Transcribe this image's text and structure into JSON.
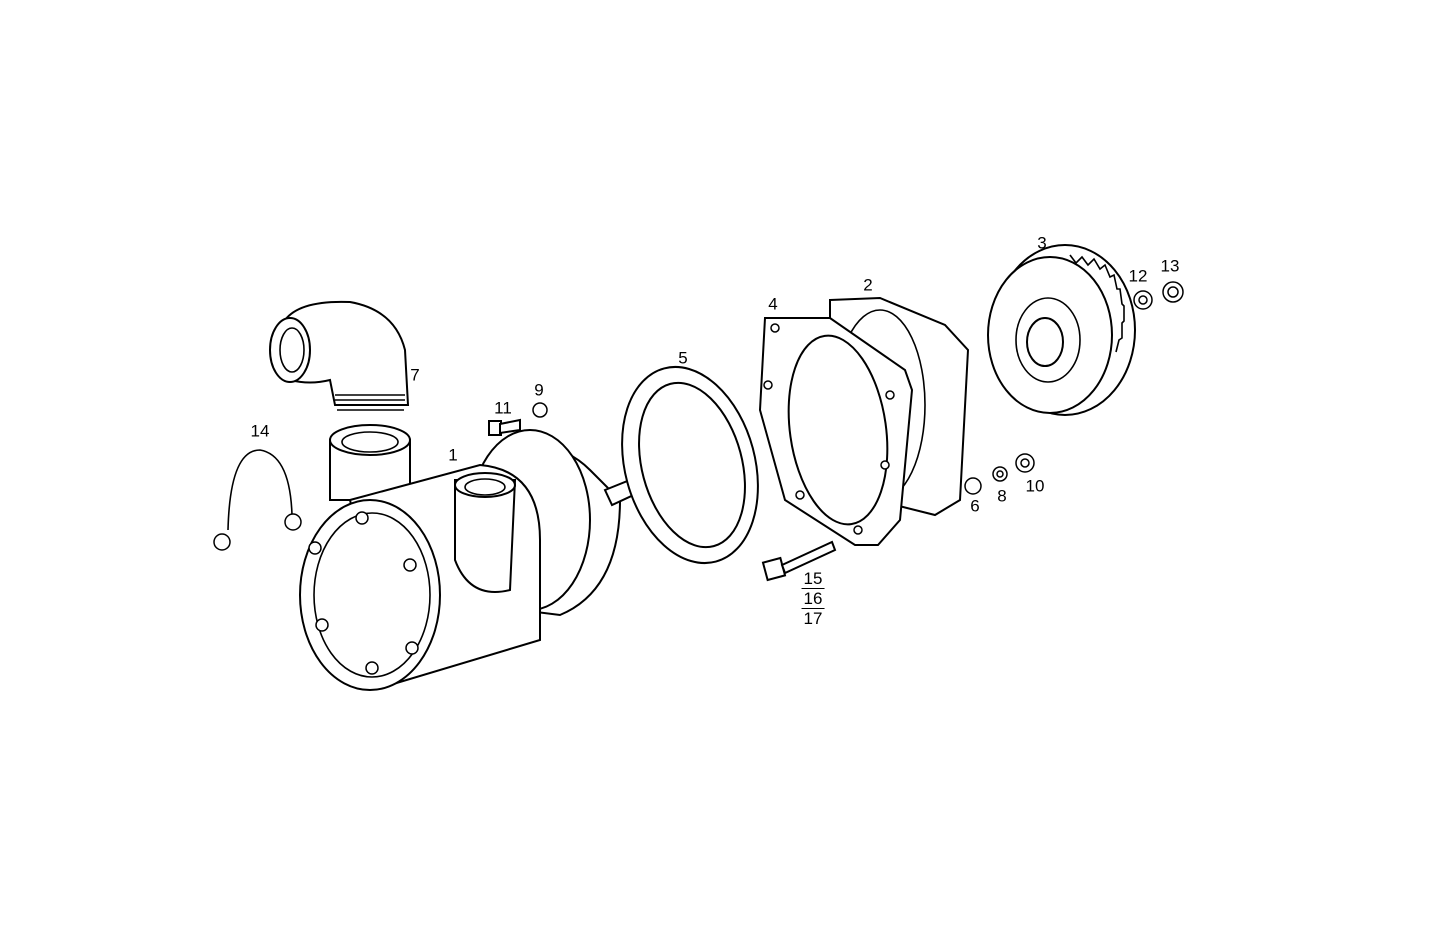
{
  "diagram": {
    "type": "exploded parts drawing",
    "parts": [
      {
        "id": "1",
        "label": "1"
      },
      {
        "id": "2",
        "label": "2"
      },
      {
        "id": "3",
        "label": "3"
      },
      {
        "id": "4",
        "label": "4"
      },
      {
        "id": "5",
        "label": "5"
      },
      {
        "id": "6",
        "label": "6"
      },
      {
        "id": "7",
        "label": "7"
      },
      {
        "id": "8",
        "label": "8"
      },
      {
        "id": "9",
        "label": "9"
      },
      {
        "id": "10",
        "label": "10"
      },
      {
        "id": "11",
        "label": "11"
      },
      {
        "id": "12",
        "label": "12"
      },
      {
        "id": "13",
        "label": "13"
      },
      {
        "id": "14",
        "label": "14"
      }
    ],
    "bolt_labels": [
      "15",
      "16",
      "17"
    ]
  }
}
